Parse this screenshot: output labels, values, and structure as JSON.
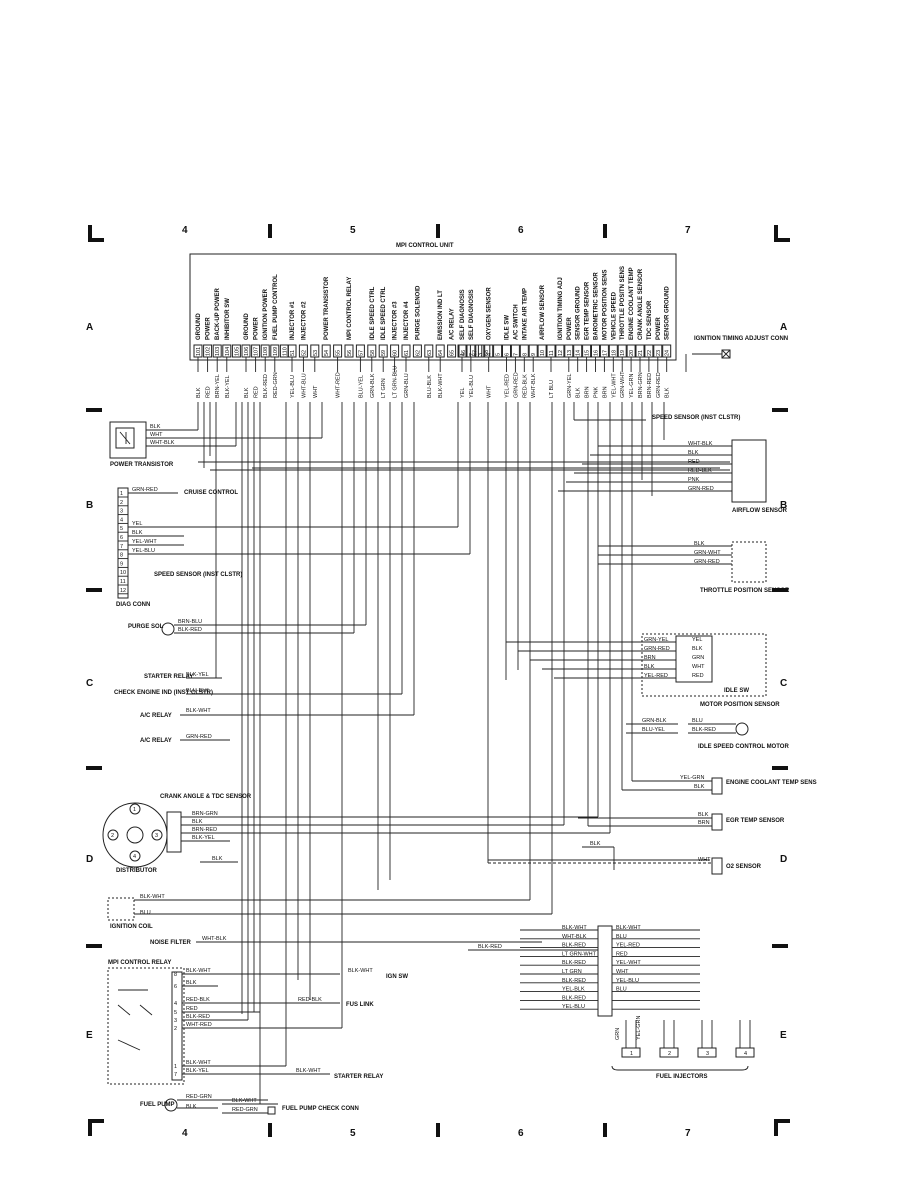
{
  "title": "MPI CONTROL UNIT",
  "columns": [
    "4",
    "5",
    "6",
    "7"
  ],
  "rows": [
    "A",
    "B",
    "C",
    "D",
    "E"
  ],
  "ecu_left_pins": [
    {
      "pin": "101",
      "label": "GROUND",
      "wire": "BLK"
    },
    {
      "pin": "102",
      "label": "POWER",
      "wire": "RED"
    },
    {
      "pin": "103",
      "label": "BACK-UP POWER",
      "wire": "BRN-YEL"
    },
    {
      "pin": "104",
      "label": "INHIBITOR SW",
      "wire": "BLK-YEL"
    },
    {
      "pin": "105",
      "label": "",
      "wire": ""
    },
    {
      "pin": "106",
      "label": "GROUND",
      "wire": "BLK"
    },
    {
      "pin": "107",
      "label": "POWER",
      "wire": "RED"
    },
    {
      "pin": "108",
      "label": "IGNITION POWER",
      "wire": "BLK-RED"
    },
    {
      "pin": "109",
      "label": "FUEL PUMP CONTROL",
      "wire": "RED-GRN"
    },
    {
      "pin": "110",
      "label": "",
      "wire": ""
    }
  ],
  "ecu_mid_pins": [
    {
      "pin": "51",
      "label": "INJECTOR #1",
      "wire": "YEL-BLU"
    },
    {
      "pin": "52",
      "label": "INJECTOR #2",
      "wire": "WHT-BLU"
    },
    {
      "pin": "53",
      "label": "",
      "wire": "WHT"
    },
    {
      "pin": "54",
      "label": "POWER TRANSISTOR",
      "wire": ""
    },
    {
      "pin": "55",
      "label": "",
      "wire": "WHT-RED"
    },
    {
      "pin": "56",
      "label": "MPI CONTROL RELAY",
      "wire": ""
    },
    {
      "pin": "57",
      "label": "",
      "wire": "BLU-YEL"
    },
    {
      "pin": "58",
      "label": "IDLE SPEED CTRL",
      "wire": "GRN-BLK"
    },
    {
      "pin": "59",
      "label": "IDLE SPEED CTRL",
      "wire": "LT GRN"
    },
    {
      "pin": "60",
      "label": "INJECTOR #3",
      "wire": "LT GRN-BLU"
    },
    {
      "pin": "61",
      "label": "INJECTOR #4",
      "wire": "GRN-BLU"
    },
    {
      "pin": "62",
      "label": "PURGE SOLENOID",
      "wire": ""
    },
    {
      "pin": "63",
      "label": "",
      "wire": "BLU-BLK"
    },
    {
      "pin": "64",
      "label": "EMISSION IND LT",
      "wire": "BLK-WHT"
    },
    {
      "pin": "65",
      "label": "A/C RELAY",
      "wire": ""
    },
    {
      "pin": "66",
      "label": "",
      "wire": ""
    },
    {
      "pin": "67",
      "label": "",
      "wire": ""
    },
    {
      "pin": "68",
      "label": "",
      "wire": ""
    }
  ],
  "ecu_right_pins": [
    {
      "pin": "1",
      "label": "SELF DIAGNOSIS",
      "wire": "YEL"
    },
    {
      "pin": "2",
      "label": "SELF DIAGNOSIS",
      "wire": "YEL-BLU"
    },
    {
      "pin": "3",
      "label": "",
      "wire": ""
    },
    {
      "pin": "4",
      "label": "OXYGEN SENSOR",
      "wire": "WHT"
    },
    {
      "pin": "5",
      "label": "",
      "wire": ""
    },
    {
      "pin": "6",
      "label": "IDLE SW",
      "wire": "YEL-RED"
    },
    {
      "pin": "7",
      "label": "A/C SWITCH",
      "wire": "GRN-RED"
    },
    {
      "pin": "8",
      "label": "INTAKE AIR TEMP",
      "wire": "RED-BLK"
    },
    {
      "pin": "9",
      "label": "",
      "wire": "WHT-BLK"
    },
    {
      "pin": "10",
      "label": "AIRFLOW SENSOR",
      "wire": ""
    },
    {
      "pin": "11",
      "label": "",
      "wire": "LT BLU"
    },
    {
      "pin": "12",
      "label": "IGNITION TIMING ADJ",
      "wire": ""
    },
    {
      "pin": "13",
      "label": "POWER",
      "wire": "GRN-YEL"
    },
    {
      "pin": "14",
      "label": "SENSOR GROUND",
      "wire": "BLK"
    },
    {
      "pin": "15",
      "label": "EGR TEMP SENSOR",
      "wire": "BRN"
    },
    {
      "pin": "16",
      "label": "BAROMETRIC SENSOR",
      "wire": "PNK"
    },
    {
      "pin": "17",
      "label": "MOTOR POSITION SENS",
      "wire": "BRN"
    },
    {
      "pin": "18",
      "label": "VEHICLE SPEED",
      "wire": "YEL-WHT"
    },
    {
      "pin": "19",
      "label": "THROTTLE POSITN SENS",
      "wire": "GRN-WHT"
    },
    {
      "pin": "20",
      "label": "ENGINE COOLANT TEMP",
      "wire": "YEL-GRN"
    },
    {
      "pin": "21",
      "label": "CRANK ANGLE SENSOR",
      "wire": "BRN-GRN"
    },
    {
      "pin": "22",
      "label": "TDC SENSOR",
      "wire": "BRN-RED"
    },
    {
      "pin": "23",
      "label": "POWER",
      "wire": "GRN-RED"
    },
    {
      "pin": "24",
      "label": "SENSOR GROUND",
      "wire": "BLK"
    }
  ],
  "components": {
    "power_transistor": {
      "name": "POWER TRANSISTOR",
      "wires": [
        "BLK",
        "WHT",
        "WHT-BLK"
      ]
    },
    "cruise_control": {
      "wire": "GRN-RED",
      "name": "CRUISE CONTROL"
    },
    "diag_conn": {
      "name": "DIAG CONN",
      "pins": [
        "1",
        "2",
        "3",
        "4",
        "5",
        "6",
        "7",
        "8",
        "9",
        "10",
        "11",
        "12"
      ],
      "wires": [
        "YEL",
        "BLK",
        "YEL-WHT",
        "YEL-BLU"
      ]
    },
    "speed_sensor_left": {
      "name": "SPEED SENSOR (INST CLSTR)"
    },
    "speed_sensor_right": {
      "name": "SPEED SENSOR (INST CLSTR)"
    },
    "purge_sol": {
      "name": "PURGE SOL",
      "wires": [
        "BRN-BLU",
        "BLK-RED"
      ]
    },
    "starter_relay_ecu": {
      "name": "STARTER RELAY",
      "wire": "BLK-YEL"
    },
    "check_engine": {
      "name": "CHECK ENGINE IND (INST CLSTR)",
      "wire": "BLU-BLK"
    },
    "ac_relay_1": {
      "name": "A/C RELAY",
      "wire": "BLK-WHT"
    },
    "ac_relay_2": {
      "name": "A/C RELAY",
      "wire": "GRN-RED"
    },
    "crank_angle": {
      "name": "CRANK ANGLE & TDC SENSOR",
      "pins": [
        "1",
        "2",
        "3",
        "4"
      ],
      "wires": [
        "BRN-GRN",
        "BLK",
        "BRN-RED",
        "BLK-YEL"
      ],
      "ground_wire": "BLK"
    },
    "distributor": {
      "name": "DISTRIBUTOR"
    },
    "ignition_coil": {
      "name": "IGNITION COIL",
      "wires": [
        "BLK-WHT",
        "BLU"
      ]
    },
    "noise_filter": {
      "name": "NOISE FILTER",
      "wire": "WHT-BLK"
    },
    "mpi_relay": {
      "name": "MPI CONTROL RELAY",
      "pins": [
        "8",
        "6",
        "4",
        "5",
        "3",
        "2",
        "1",
        "7"
      ],
      "wires": [
        "BLK-WHT",
        "BLK",
        "RED-BLK",
        "RED",
        "BLK-RED",
        "WHT-RED",
        "BLK-WHT",
        "BLK-YEL"
      ]
    },
    "ign_sw": {
      "wire": "BLK-WHT",
      "name": "IGN SW"
    },
    "fus_link": {
      "wire": "RED-BLK",
      "name": "FUS LINK"
    },
    "starter_relay": {
      "wire": "BLK-WHT",
      "name": "STARTER RELAY"
    },
    "fuel_pump": {
      "name": "FUEL PUMP",
      "wires": [
        "RED-GRN",
        "BLK"
      ]
    },
    "fuel_pump_check": {
      "name": "FUEL PUMP CHECK CONN",
      "wires": [
        "BLK-WHT",
        "RED-GRN"
      ]
    },
    "ign_timing_adj": {
      "name": "IGNITION TIMING ADJUST CONN"
    },
    "airflow": {
      "name": "AIRFLOW SENSOR",
      "wires": [
        "WHT-BLK",
        "BLK",
        "RED",
        "RED-BLK",
        "PNK",
        "GRN-RED"
      ]
    },
    "throttle": {
      "name": "THROTTLE POSITION SENSOR",
      "wires": [
        "BLK",
        "GRN-WHT",
        "GRN-RED"
      ]
    },
    "motor_position": {
      "name": "MOTOR POSITION SENSOR",
      "left_wires": [
        "GRN-YEL",
        "GRN-RED",
        "BRN",
        "BLK",
        "YEL-RED"
      ],
      "right_wires": [
        "YEL",
        "BLK",
        "GRN",
        "WHT",
        "RED"
      ],
      "idle_sw": "IDLE SW"
    },
    "idle_speed_motor": {
      "name": "IDLE SPEED CONTROL MOTOR",
      "left_wires": [
        "GRN-BLK",
        "BLU-YEL"
      ],
      "right_wires": [
        "BLU",
        "BLK-RED"
      ]
    },
    "coolant": {
      "name": "ENGINE COOLANT TEMP SENS",
      "wires": [
        "YEL-GRN",
        "BLK"
      ]
    },
    "egr": {
      "name": "EGR TEMP SENSOR",
      "wires": [
        "BLK",
        "BRN"
      ]
    },
    "o2": {
      "name": "O2 SENSOR",
      "wires": [
        "BLK",
        "WHT"
      ]
    },
    "injector_block": {
      "left_wires": [
        "BLK-WHT",
        "WHT-BLK",
        "BLK-RED",
        "LT GRN-WHT",
        "BLK-RED",
        "LT GRN",
        "BLK-RED",
        "YEL-BLK",
        "BLK-RED",
        "YEL-BLU"
      ],
      "right_wires": [
        "BLK-WHT",
        "BLU",
        "YEL-RED",
        "RED",
        "YEL-WHT",
        "WHT",
        "YEL-BLU",
        "BLU",
        "",
        ""
      ],
      "splice_wire": "BLK-RED"
    },
    "fuel_injectors": {
      "name": "FUEL INJECTORS",
      "pins": [
        "1",
        "2",
        "3",
        "4"
      ],
      "wires": [
        "GRN",
        "YEL-GRN"
      ]
    }
  }
}
